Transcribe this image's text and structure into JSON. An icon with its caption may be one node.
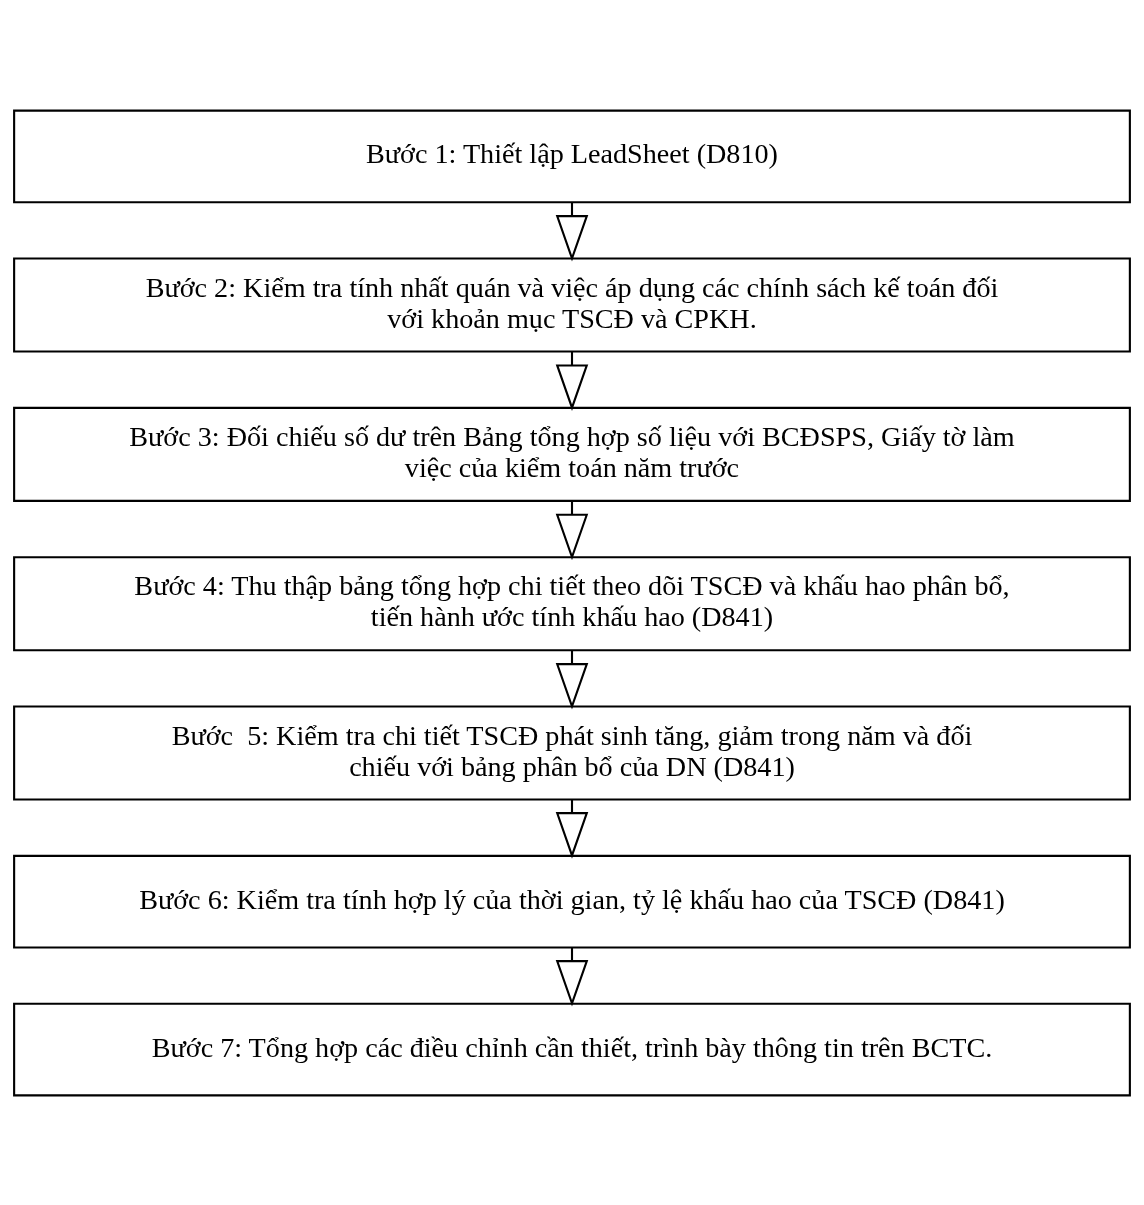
{
  "diagram": {
    "nodes": [
      {
        "text": [
          "Bước 1: Thiết lập LeadSheet (D810)"
        ]
      },
      {
        "text": [
          "Bước 2: Kiểm tra tính nhất quán và việc áp dụng các chính sách kế toán đối với khoản mục TSCĐ và CPKH."
        ]
      },
      {
        "text": [
          "Bước 3: Đối chiếu số dư trên Bảng tổng hợp số liệu với BCĐSPS, Giấy tờ làm việc của kiểm toán năm trước"
        ]
      },
      {
        "text": [
          "Bước 4: Thu thập bảng tổng hợp chi tiết theo dõi TSCĐ và khấu hao phân bổ, tiến hành ước tính khấu hao (D841)"
        ]
      },
      {
        "text": [
          "Bước  5: Kiểm tra chi tiết TSCĐ phát sinh tăng, giảm trong năm và đối chiếu với bảng phân bổ của DN (D841)"
        ]
      },
      {
        "text": [
          "Bước 6: Kiểm tra tính hợp lý của thời gian, tỷ lệ khấu hao của TSCĐ (D841)"
        ]
      },
      {
        "text": [
          "Bước 7: Tổng hợp các điều chỉnh cần thiết, trình bày thông tin trên BCTC."
        ]
      }
    ],
    "edges": [
      {
        "from": 0,
        "to": 1,
        "arrow": "to"
      },
      {
        "from": 1,
        "to": 2,
        "arrow": "to"
      },
      {
        "from": 2,
        "to": 3,
        "arrow": "to"
      },
      {
        "from": 3,
        "to": 4,
        "arrow": "to"
      },
      {
        "from": 4,
        "to": 5,
        "arrow": "to"
      },
      {
        "from": 5,
        "to": 6,
        "arrow": "to"
      }
    ]
  }
}
